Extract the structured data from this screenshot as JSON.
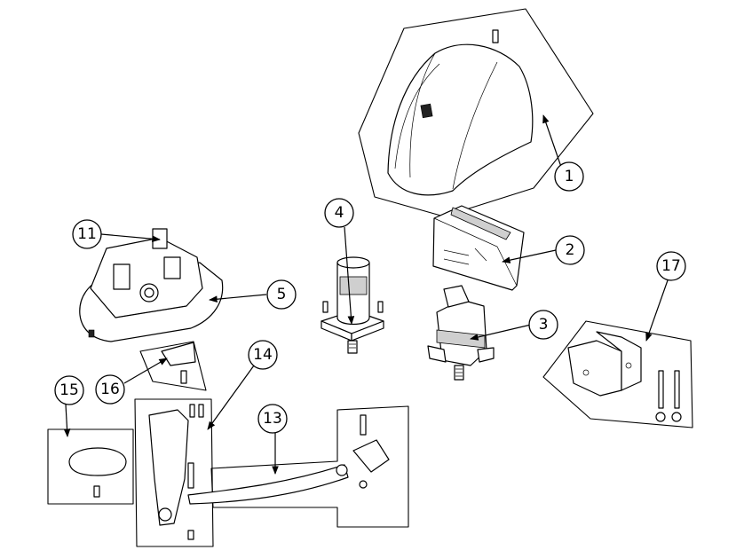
{
  "callouts": {
    "c1": "1",
    "c2": "2",
    "c3": "3",
    "c4": "4",
    "c5": "5",
    "c11": "11",
    "c13": "13",
    "c14": "14",
    "c15": "15",
    "c16": "16",
    "c17": "17"
  },
  "colors": {
    "line": "#000000",
    "background": "#ffffff",
    "shade": "#cfcfcf"
  }
}
